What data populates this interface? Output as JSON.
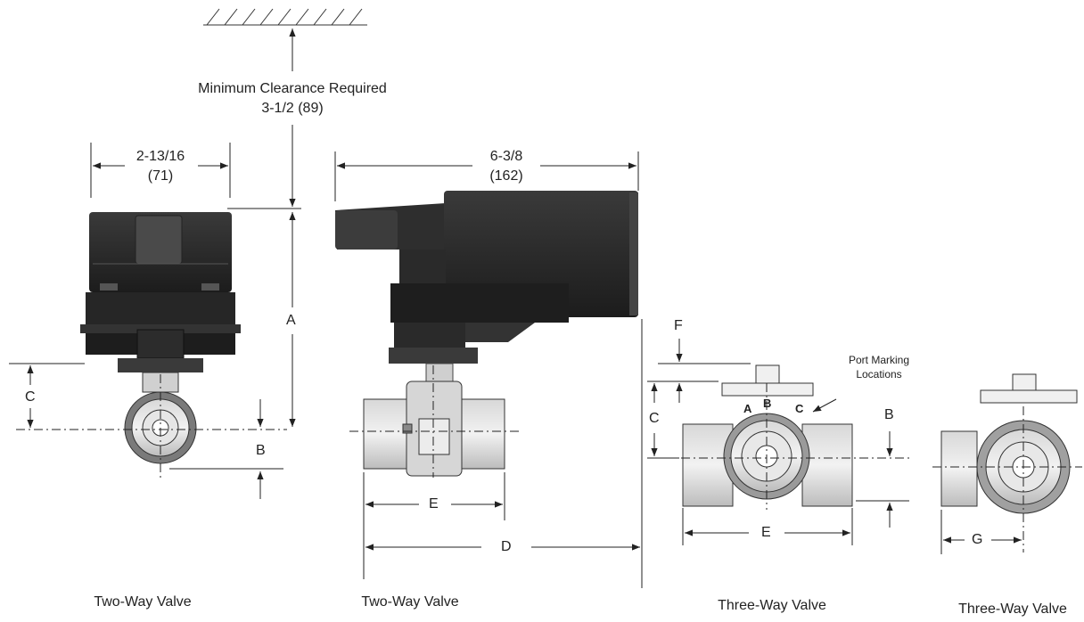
{
  "clearance": {
    "title": "Minimum Clearance Required",
    "value": "3-1/2 (89)"
  },
  "dims": {
    "w71_a": "2-13/16",
    "w71_b": "(71)",
    "w162_a": "6-3/8",
    "w162_b": "(162)",
    "A": "A",
    "B": "B",
    "C": "C",
    "D": "D",
    "E": "E",
    "F": "F",
    "G": "G"
  },
  "ports": {
    "title_line1": "Port Marking",
    "title_line2": "Locations",
    "A": "A",
    "B": "B",
    "C": "C"
  },
  "captions": {
    "view1": "Two-Way Valve",
    "view2": "Two-Way Valve",
    "view3": "Three-Way Valve",
    "view4": "Three-Way Valve"
  }
}
